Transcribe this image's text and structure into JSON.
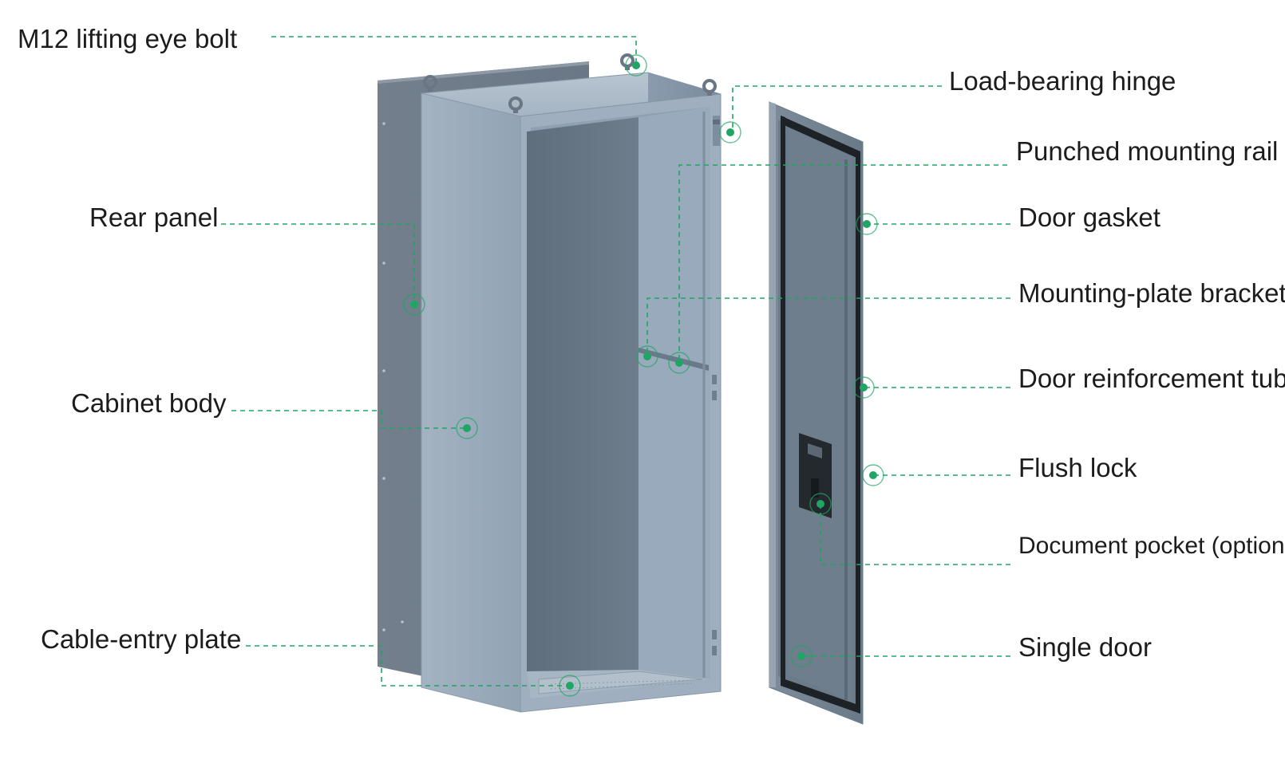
{
  "colors": {
    "accent": "#1fa564",
    "label_text": "#1c1c1c",
    "cabinet_light": "#9aabbb",
    "cabinet_mid": "#8294a6",
    "cabinet_dark": "#647686",
    "rear_panel": "#6d7c8b",
    "door_frame": "#7b8a98",
    "door_inner": "#5f6f7e",
    "gasket": "#1d2227",
    "lock": "#24292e",
    "background": "#ffffff"
  },
  "labels": {
    "lifting_eye_bolt": "M12 lifting eye bolt",
    "load_bearing_hinge": "Load-bearing hinge",
    "punched_mounting_rail": "Punched mounting rail",
    "rear_panel": "Rear panel",
    "door_gasket": "Door gasket",
    "mounting_plate_bracket": "Mounting-plate bracket",
    "cabinet_body": "Cabinet body",
    "door_reinforcement_tube": "Door reinforcement tube",
    "flush_lock": "Flush lock",
    "document_pocket": "Document pocket (optional)",
    "cable_entry_plate": "Cable-entry plate",
    "single_door": "Single door"
  },
  "icons": {
    "marker": "green-dot-ring-icon",
    "eye_bolt": "ring-bolt-icon"
  }
}
